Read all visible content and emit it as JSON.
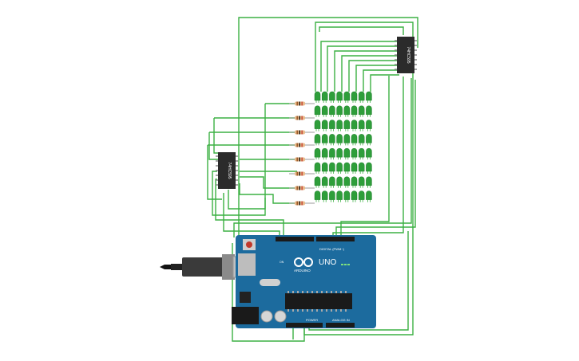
{
  "board": {
    "logo": "UNO",
    "brand": "ARDUINO",
    "digital_label": "DIGITAL (PWM~)",
    "power_label": "POWER",
    "analog_label": "ANALOG IN",
    "on_label": "ON"
  },
  "chips": {
    "shift_register_left": "74HC595",
    "shift_register_top": "74HC595"
  },
  "matrix": {
    "rows": 8,
    "cols": 8
  },
  "resistors": {
    "count": 8
  },
  "colors": {
    "wire": "#3cb043",
    "board": "#1c6b9e",
    "led": "#2e9e3a",
    "chip": "#2b2b2b",
    "resistor": "#e8b98a"
  }
}
